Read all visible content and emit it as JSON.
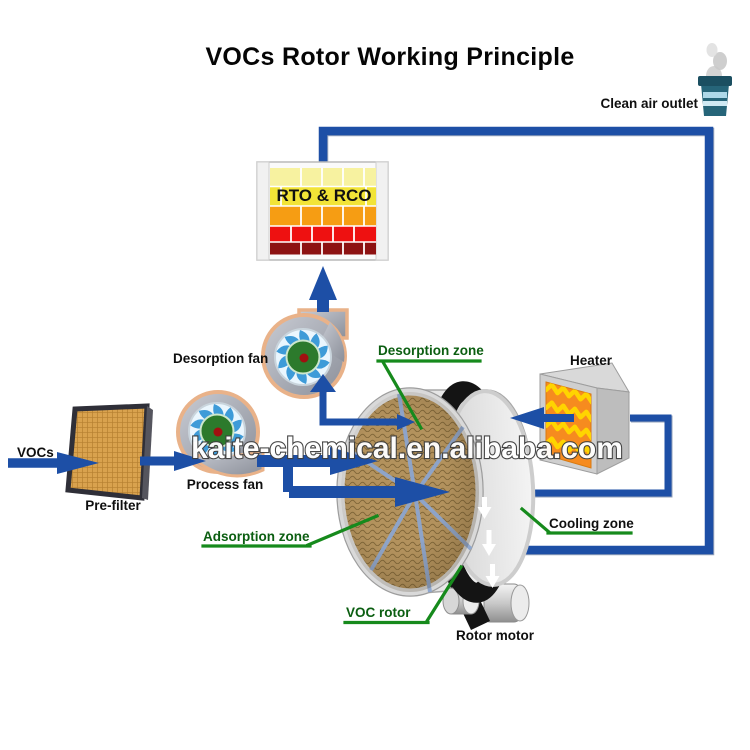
{
  "title": "VOCs Rotor Working Principle",
  "watermark": "kaite-chemical.en.alibaba.com",
  "colors": {
    "pipe": "#1d4fa6",
    "green": "#168a1c",
    "green_text": "#0b5e11",
    "heater_coil": "#ffd400",
    "heater_panel": "#f68b1f"
  },
  "labels": {
    "clean_air_outlet": "Clean air outlet",
    "rto_rco": "RTO & RCO",
    "desorption_fan": "Desorption fan",
    "desorption_zone": "Desorption zone",
    "heater": "Heater",
    "vocs": "VOCs",
    "pre_filter": "Pre-filter",
    "process_fan": "Process fan",
    "adsorption_zone": "Adsorption zone",
    "cooling_zone": "Cooling zone",
    "voc_rotor": "VOC rotor",
    "rotor_motor": "Rotor motor"
  },
  "rto": {
    "row_colors": [
      "#f7f2a0",
      "#f2e437",
      "#f69d13",
      "#ee1111",
      "#8d1212"
    ]
  }
}
